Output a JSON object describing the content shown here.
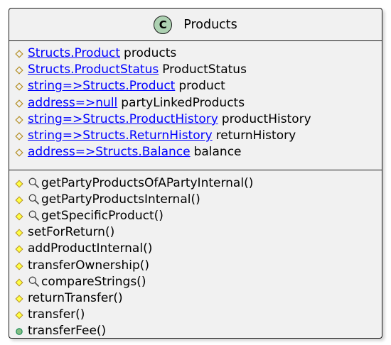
{
  "class": {
    "stereotype_letter": "C",
    "name": "Products"
  },
  "attributes": [
    {
      "visibility": "protected",
      "type": "Structs.Product",
      "name": "products"
    },
    {
      "visibility": "protected",
      "type": "Structs.ProductStatus",
      "name": "ProductStatus"
    },
    {
      "visibility": "protected",
      "type": "string=>Structs.Product",
      "name": "product"
    },
    {
      "visibility": "protected",
      "type": "address=>null",
      "name": "partyLinkedProducts"
    },
    {
      "visibility": "protected",
      "type": "string=>Structs.ProductHistory",
      "name": "productHistory"
    },
    {
      "visibility": "protected",
      "type": "string=>Structs.ReturnHistory",
      "name": "returnHistory"
    },
    {
      "visibility": "protected",
      "type": "address=>Structs.Balance",
      "name": "balance"
    }
  ],
  "methods": [
    {
      "visibility": "protected",
      "view": true,
      "name": "getPartyProductsOfAPartyInternal()"
    },
    {
      "visibility": "protected",
      "view": true,
      "name": "getPartyProductsInternal()"
    },
    {
      "visibility": "protected",
      "view": true,
      "name": "getSpecificProduct()"
    },
    {
      "visibility": "protected",
      "view": false,
      "name": "setForReturn()"
    },
    {
      "visibility": "protected",
      "view": false,
      "name": "addProductInternal()"
    },
    {
      "visibility": "protected",
      "view": false,
      "name": "transferOwnership()"
    },
    {
      "visibility": "protected",
      "view": true,
      "name": "compareStrings()"
    },
    {
      "visibility": "protected",
      "view": false,
      "name": "returnTransfer()"
    },
    {
      "visibility": "protected",
      "view": false,
      "name": "transfer()"
    },
    {
      "visibility": "public",
      "view": false,
      "name": "transferFee()"
    }
  ],
  "colors": {
    "class_fill": "#f1f1f1",
    "border": "#181818",
    "stereotype_circle": "#add1b2",
    "link": "#0000ff",
    "protected_attr_outline": "#b38d22",
    "protected_method_fill": "#ffff44",
    "public_method_fill": "#84be84"
  }
}
